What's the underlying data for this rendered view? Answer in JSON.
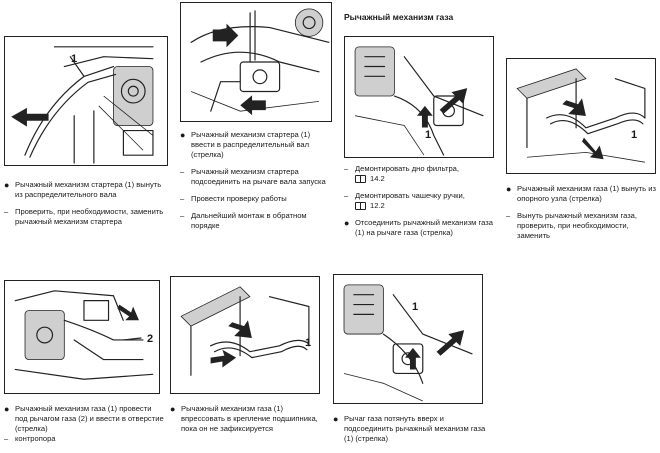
{
  "heading": "Рычажный механизм газа",
  "figures": [
    {
      "id": "fig1",
      "callout": "1"
    },
    {
      "id": "fig2",
      "callout": ""
    },
    {
      "id": "fig3",
      "callout": "1"
    },
    {
      "id": "fig4",
      "callout": "1"
    },
    {
      "id": "fig5",
      "callout": "2"
    },
    {
      "id": "fig6",
      "callout": "1"
    },
    {
      "id": "fig7",
      "callout": "1"
    }
  ],
  "steps": {
    "col1": [
      {
        "type": "bullet",
        "text": "Рычажный механизм стартера (1) вынуть из распределительного вала"
      },
      {
        "type": "dash",
        "text": "Проверить, при необходимости, заменить рычажный механизм стартера"
      }
    ],
    "col2": [
      {
        "type": "bullet",
        "text": "Рычажный механизм стартера (1) ввести в распределительный вал (стрелка)"
      },
      {
        "type": "dash",
        "text": "Рычажный механизм стартера подсоединить на рычаге вала запуска"
      },
      {
        "type": "dash",
        "text": "Провести проверку работы"
      },
      {
        "type": "dash",
        "text": "Дальнейший монтаж в обратном порядке"
      }
    ],
    "col3": [
      {
        "type": "dash",
        "text": "Демонтировать дно фильтра,",
        "ref": "14.2"
      },
      {
        "type": "dash",
        "text": "Демонтировать чашечку ручки,",
        "ref": "12.2"
      },
      {
        "type": "bullet",
        "text": "Отсоединить рычажный механизм газа (1) на рычаге газа (стрелка)"
      }
    ],
    "col4": [
      {
        "type": "bullet",
        "text": "Рычажный механизм газа (1) вынуть из опорного узла (стрелка)"
      },
      {
        "type": "dash",
        "text": "Вынуть рычажный механизм газа, проверить, при необходимости, заменить"
      }
    ],
    "col5": [
      {
        "type": "bullet",
        "text": "Рычажный механизм газа (1) провести под рычагом газа (2) и ввести в отверстие (стрелка)"
      },
      {
        "type": "dash",
        "text": "контропора"
      }
    ],
    "col6": [
      {
        "type": "bullet",
        "text": "Рычажный механизм газа (1) впрессовать в крепление подшипника, пока он не зафиксируется"
      }
    ],
    "col7": [
      {
        "type": "bullet",
        "text": "Рычаг газа потянуть вверх и подсоединить рычажный механизм газа (1) (стрелка)"
      }
    ]
  },
  "markers": {
    "bullet": "●",
    "dash": "–"
  }
}
